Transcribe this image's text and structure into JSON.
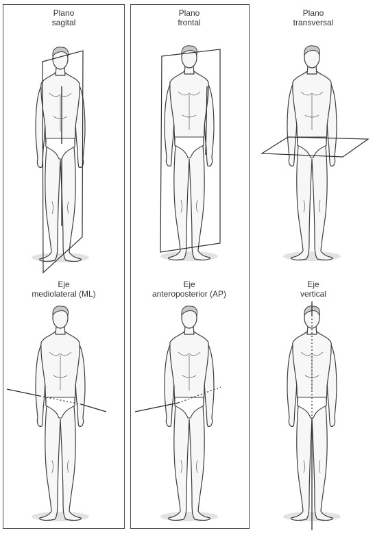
{
  "panels": [
    {
      "plane_label": "Plano\nsagital",
      "axis_label": "Eje\nmediolateral (ML)"
    },
    {
      "plane_label": "Plano\nfrontal",
      "axis_label": "Eje\nanteroposterior (AP)"
    },
    {
      "plane_label": "Plano\ntransversal",
      "axis_label": "Eje\nvertical"
    }
  ],
  "colors": {
    "line": "#3c3c3c",
    "frame": "#4a4a4a",
    "background": "#ffffff"
  }
}
